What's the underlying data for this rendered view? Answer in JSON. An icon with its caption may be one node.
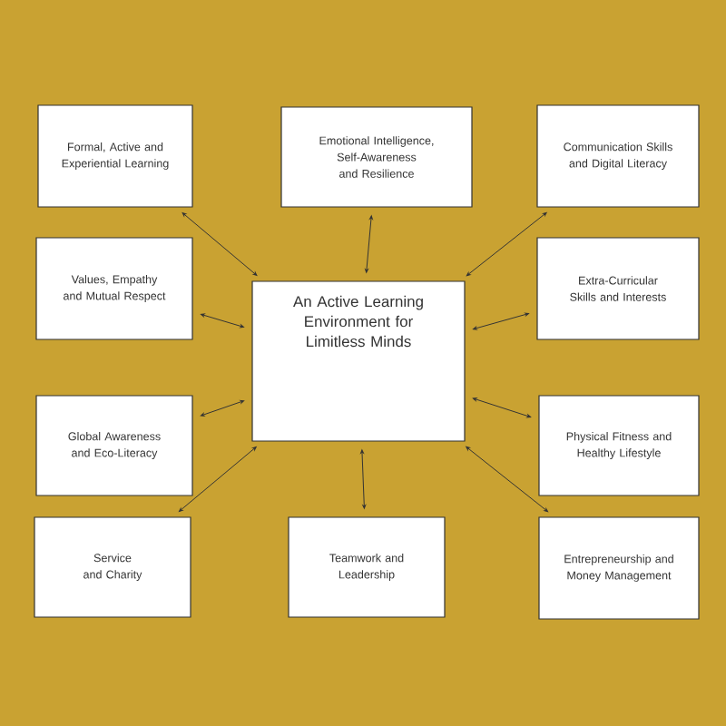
{
  "diagram": {
    "nodes": [
      {
        "text": [
          "Formal, Active and Experiential Learning"
        ]
      },
      {
        "text": [
          "Emotional Intelligence, Self-Awareness and Resilience"
        ]
      },
      {
        "text": [
          "Communication Skills and Digital Literacy"
        ]
      },
      {
        "text": [
          "Values, Empathy and Mutual Respect"
        ]
      },
      {
        "text": [
          "An Active Learning Environment for Limitless Minds"
        ]
      },
      {
        "text": [
          "Extra-Curricular Skills and Interests"
        ]
      },
      {
        "text": [
          "Global Awareness and Eco-Literacy"
        ]
      },
      {
        "text": [
          "Physical Fitness and Healthy Lifestyle"
        ]
      },
      {
        "text": [
          "Service and Charity"
        ]
      },
      {
        "text": [
          "Teamwork and Leadership"
        ]
      },
      {
        "text": [
          "Entrepreneurship and Money Management"
        ]
      }
    ],
    "edges": [
      {
        "from": 4,
        "to": 0,
        "arrow": "both"
      },
      {
        "from": 4,
        "to": 1,
        "arrow": "both"
      },
      {
        "from": 4,
        "to": 2,
        "arrow": "both"
      },
      {
        "from": 4,
        "to": 3,
        "arrow": "both"
      },
      {
        "from": 4,
        "to": 5,
        "arrow": "both"
      },
      {
        "from": 4,
        "to": 6,
        "arrow": "both"
      },
      {
        "from": 4,
        "to": 7,
        "arrow": "both"
      },
      {
        "from": 4,
        "to": 8,
        "arrow": "both"
      },
      {
        "from": 4,
        "to": 9,
        "arrow": "both"
      },
      {
        "from": 4,
        "to": 10,
        "arrow": "both"
      }
    ]
  }
}
